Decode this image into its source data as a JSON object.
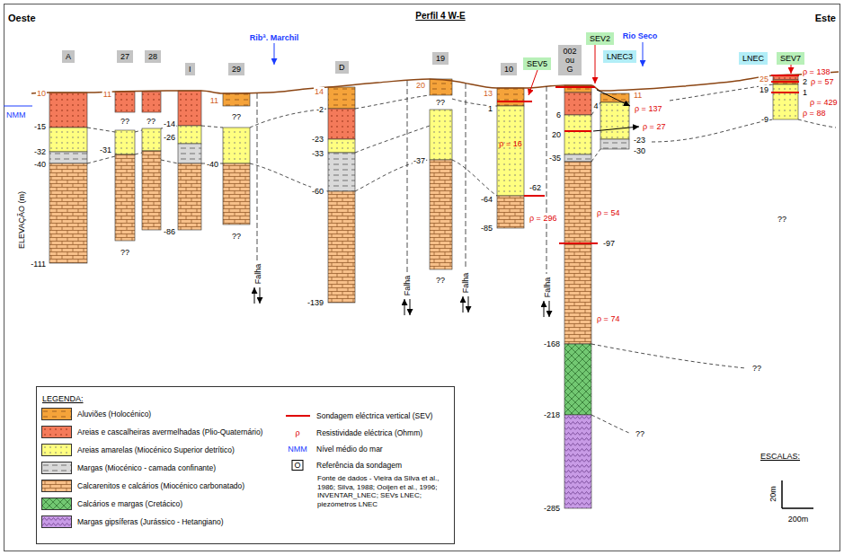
{
  "diagram": {
    "title": "Perfil 4 W-E",
    "nodes": [
      {
        "text": [
          "A"
        ]
      },
      {
        "text": [
          "27"
        ]
      },
      {
        "text": [
          "28"
        ]
      },
      {
        "text": [
          "I"
        ]
      },
      {
        "text": [
          "29"
        ]
      },
      {
        "text": [
          "D"
        ]
      },
      {
        "text": [
          "19"
        ]
      },
      {
        "text": [
          "10"
        ]
      },
      {
        "text": [
          "SEV5"
        ]
      },
      {
        "text": [
          "002 ou G"
        ]
      },
      {
        "text": [
          "SEV2"
        ]
      },
      {
        "text": [
          "LNEC3"
        ]
      },
      {
        "text": [
          "LNEC"
        ]
      },
      {
        "text": [
          "SEV7"
        ]
      }
    ],
    "labels": [
      "Oeste",
      "Este",
      "Ribª. Marchil",
      "Rio Seco",
      "NMM",
      "ELEVAÇÃO (m)",
      "10",
      "-15",
      "-32",
      "-40",
      "-111",
      "11",
      "??",
      "-31",
      "??",
      "??",
      "-14",
      "-26",
      "-86",
      "11",
      "??",
      "-40",
      "??",
      "14",
      "-2",
      "-23",
      "-33",
      "-60",
      "-139",
      "20",
      "??",
      "-37",
      "??",
      "13",
      "1",
      "ρ = 16",
      "-64",
      "-62",
      "ρ = 296",
      "-85",
      "6",
      "20",
      "-35",
      "4",
      "ρ = 54",
      "-97",
      "ρ = 74",
      "-168",
      "-218",
      "-285",
      "11",
      "ρ = 137",
      "ρ = 27",
      "-23",
      "-30",
      "25",
      "19",
      "-9",
      "ρ = 138",
      "2",
      "ρ = 57",
      "1",
      "ρ = 429",
      "ρ = 88",
      "??",
      "??",
      "??",
      "Falha",
      "Falha",
      "Falha",
      "Falha",
      "LEGENDA:",
      "ρ",
      "NMM",
      "O",
      "Fonte de dados - Vieira da Silva et al., 1986; Silva, 1988; Ooijen et al., 1996; INVENTAR_LNEC; SEVs LNEC; piezómetros LNEC",
      "ESCALAS:",
      "20m",
      "200m"
    ],
    "legend": [
      {
        "text": "Aluviões (Holocénico)",
        "color": "#f5a33a"
      },
      {
        "text": "Areias e cascalheiras avermelhadas (Plio-Quaternário)",
        "color": "#f47a5a"
      },
      {
        "text": "Areias amarelas (Miocénico Superior detrítico)",
        "color": "#ffff80"
      },
      {
        "text": "Margas (Miocénico - camada confinante)",
        "color": "#d9d9d9"
      },
      {
        "text": "Calcarenitos e calcários (Miocénico carbonatado)",
        "color": "#f7c08a"
      },
      {
        "text": "Calcários e margas (Cretácico)",
        "color": "#72c872"
      },
      {
        "text": "Margas gipsíferas (Jurássico - Hetangiano)",
        "color": "#c89be6"
      },
      {
        "text": "Sondagem eléctrica vertical (SEV)"
      },
      {
        "text": "Resistividade eléctrica (Ohmm)"
      },
      {
        "text": "Nível médio do mar"
      },
      {
        "text": "Referência da sondagem"
      }
    ]
  }
}
